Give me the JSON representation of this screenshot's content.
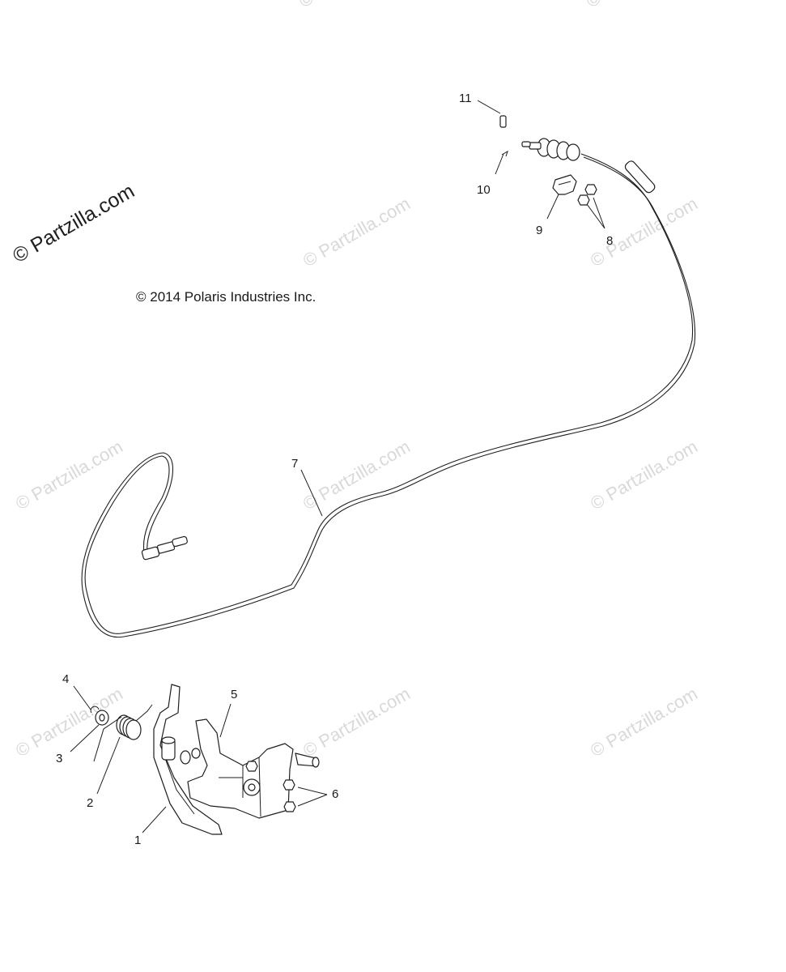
{
  "diagram": {
    "copyright": "© 2014 Polaris Industries Inc.",
    "watermark_main": "© Partzilla.com",
    "watermark_faint": "© Partzilla.com",
    "callouts": [
      "1",
      "2",
      "3",
      "4",
      "5",
      "6",
      "7",
      "8",
      "9",
      "10",
      "11"
    ]
  }
}
